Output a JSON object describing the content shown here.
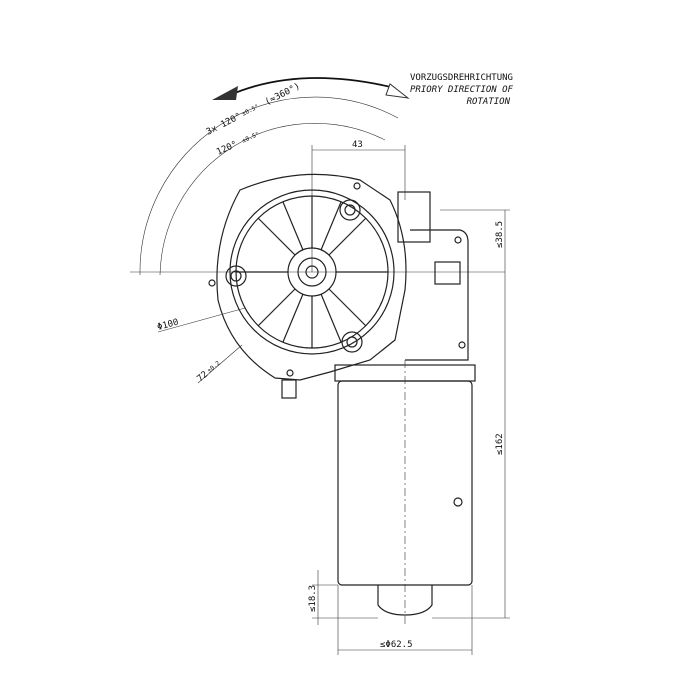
{
  "rotation_note": {
    "german": "VORZUGSDREHRICHTUNG",
    "english_line1": "PRIORY DIRECTION OF",
    "english_line2": "ROTATION"
  },
  "dimensions": {
    "angle_total": "3x 120°",
    "angle_total_tol": "±0.5°",
    "angle_total_note": "(≈360°)",
    "angle_single": "120°",
    "angle_single_tol": "±0.5°",
    "width_43": "43",
    "height_38_5": "≤38.5",
    "diameter_100": "Φ100",
    "pitch_72": "72",
    "pitch_72_tol": "±0.2",
    "length_162": "≤162",
    "shaft_18_3": "≤18.3",
    "diameter_62_5": "≤Φ62.5"
  }
}
